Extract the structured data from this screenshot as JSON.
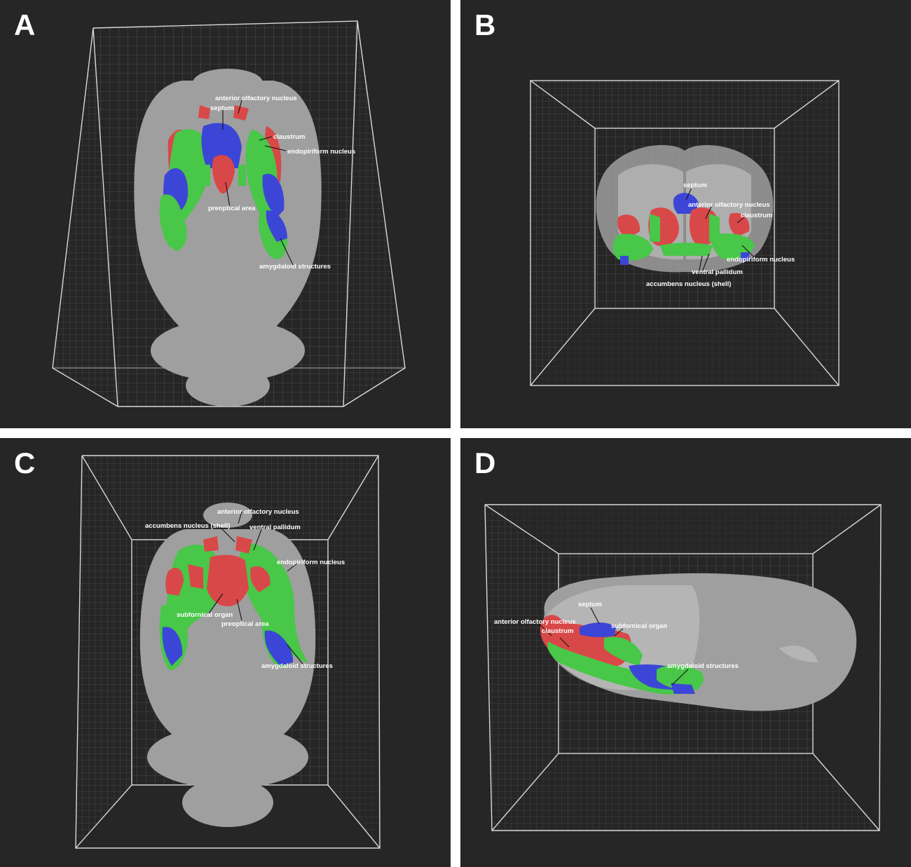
{
  "colors": {
    "background": "#262626",
    "brain": "#9f9f9f",
    "red_structure": "#d94848",
    "green_structure": "#48c748",
    "blue_structure": "#3c46d6"
  },
  "panels": [
    {
      "letter": "A",
      "labels": [
        "anterior olfactory nucleus",
        "septum",
        "claustrum",
        "endopiriform nucleus",
        "preoptical area",
        "amygdaloid structures"
      ]
    },
    {
      "letter": "B",
      "labels": [
        "septum",
        "anterior olfactory nucleus",
        "claustrum",
        "endopiriform nucleus",
        "ventral pallidum",
        "accumbens nucleus (shell)"
      ]
    },
    {
      "letter": "C",
      "labels": [
        "anterior olfactory nucleus",
        "accumbens nucleus (shell)",
        "ventral pallidum",
        "endopiriform nucleus",
        "subfornical organ",
        "preoptical area",
        "amygdaloid structures"
      ]
    },
    {
      "letter": "D",
      "labels": [
        "septum",
        "anterior olfactory nucleus",
        "subfornical organ",
        "claustrum",
        "amygdaloid structures"
      ]
    }
  ]
}
